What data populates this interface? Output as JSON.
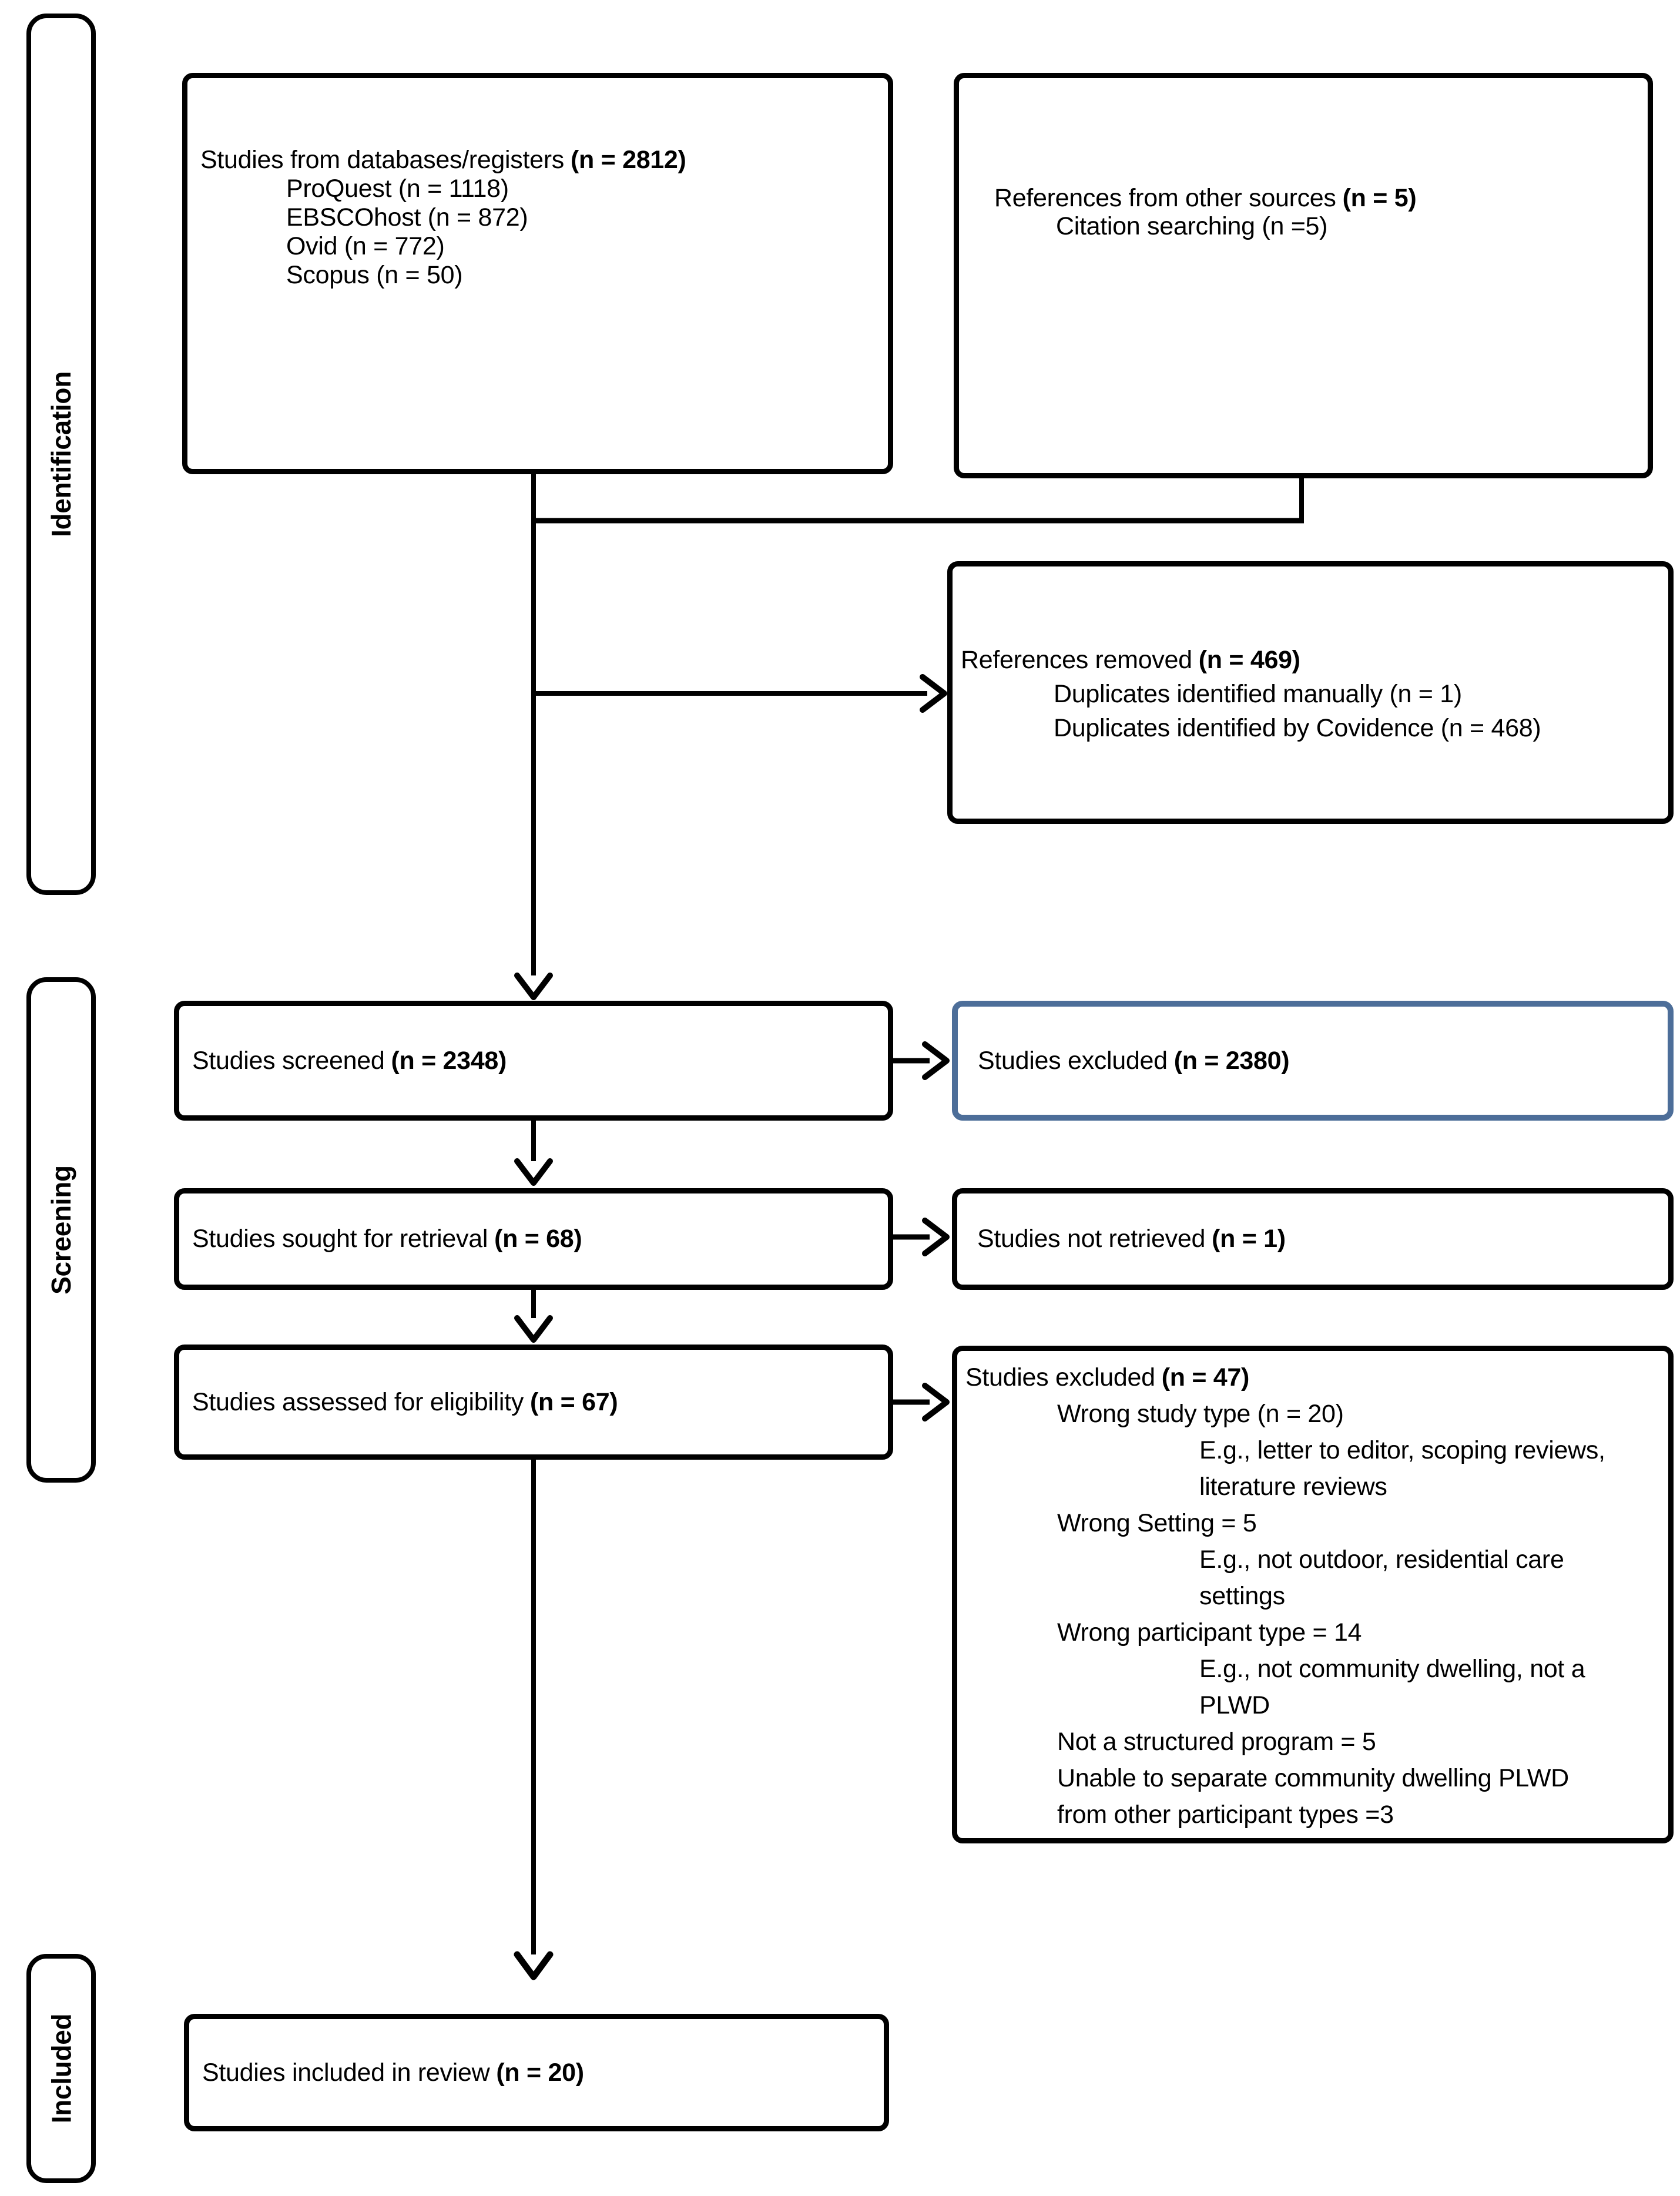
{
  "colors": {
    "excluded_box_border": "#4d6e99",
    "line_color": "#000000",
    "background": "#ffffff"
  },
  "side_labels": [
    {
      "label": "Identification"
    },
    {
      "label": "Screening"
    },
    {
      "label": "Included"
    }
  ],
  "boxes": {
    "databases": {
      "title": "Studies from databases/registers",
      "count": "(n = 2812)",
      "items": [
        "ProQuest (n = 1118)",
        "EBSCOhost (n = 872)",
        "Ovid (n = 772)",
        "Scopus (n = 50)"
      ]
    },
    "other_sources": {
      "title": "References from other sources",
      "count": "(n = 5)",
      "items": [
        "Citation searching (n =5)"
      ]
    },
    "references_removed": {
      "title": "References removed",
      "count": "(n = 469)",
      "items": [
        "Duplicates identified manually (n = 1)",
        "Duplicates identified by Covidence (n = 468)"
      ]
    },
    "screened": {
      "title": "Studies screened",
      "count": "(n = 2348)"
    },
    "excluded_screening": {
      "title": "Studies excluded",
      "count": "(n = 2380)"
    },
    "sought": {
      "title": "Studies sought for retrieval",
      "count": "(n = 68)"
    },
    "not_retrieved": {
      "title": "Studies not retrieved",
      "count": "(n = 1)"
    },
    "assessed": {
      "title": "Studies assessed for eligibility",
      "count": "(n = 67)"
    },
    "excluded_eligibility": {
      "title": "Studies excluded",
      "count": "(n = 47)",
      "lines": [
        {
          "indent": 1,
          "text": "Wrong study type (n = 20)"
        },
        {
          "indent": 2,
          "text": "E.g., letter to editor, scoping reviews,"
        },
        {
          "indent": 2,
          "text": "literature reviews"
        },
        {
          "indent": 1,
          "text": "Wrong Setting = 5"
        },
        {
          "indent": 2,
          "text": "E.g., not outdoor, residential care"
        },
        {
          "indent": 2,
          "text": "settings"
        },
        {
          "indent": 1,
          "text": "Wrong participant type = 14"
        },
        {
          "indent": 2,
          "text": "E.g., not community dwelling, not a"
        },
        {
          "indent": 2,
          "text": "PLWD"
        },
        {
          "indent": 1,
          "text": "Not a structured program = 5"
        },
        {
          "indent": 1,
          "text": "Unable to separate community dwelling PLWD"
        },
        {
          "indent": 1,
          "text": "from other participant types =3"
        }
      ]
    },
    "included": {
      "title": "Studies included in review",
      "count": "(n = 20)"
    }
  }
}
